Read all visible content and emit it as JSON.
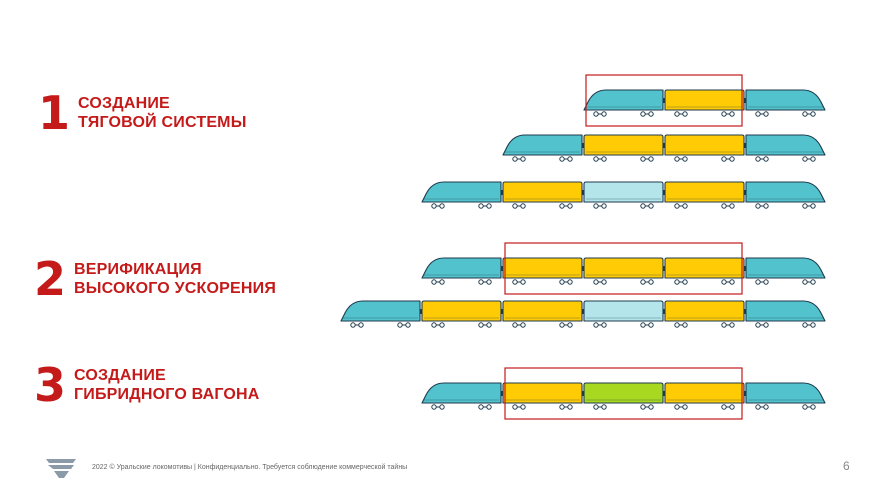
{
  "steps": [
    {
      "number": "1",
      "line1": "СОЗДАНИЕ",
      "line2": "ТЯГОВОЙ СИСТЕМЫ"
    },
    {
      "number": "2",
      "line1": "ВЕРИФИКАЦИЯ",
      "line2": "ВЫСОКОГО УСКОРЕНИЯ"
    },
    {
      "number": "3",
      "line1": "СОЗДАНИЕ",
      "line2": "ГИБРИДНОГО ВАГОНА"
    }
  ],
  "colors": {
    "accent": "#c41a1a",
    "head_car": "#52c3cc",
    "motor_car": "#ffcb05",
    "trailer_car": "#b3e5ea",
    "hybrid_car": "#a8d81f",
    "highlight_frame": "#c41a1a"
  },
  "trains": [
    {
      "cars": [
        "head-left",
        "motor",
        "head-right"
      ],
      "highlight_cars": [
        0,
        1
      ]
    },
    {
      "cars": [
        "head-left",
        "motor",
        "motor",
        "head-right"
      ],
      "highlight_cars": []
    },
    {
      "cars": [
        "head-left",
        "motor",
        "trailer",
        "motor",
        "head-right"
      ],
      "highlight_cars": []
    },
    {
      "cars": [
        "head-left",
        "motor",
        "motor",
        "motor",
        "head-right"
      ],
      "highlight_cars": [
        1,
        3
      ]
    },
    {
      "cars": [
        "head-left",
        "motor",
        "motor",
        "trailer",
        "motor",
        "head-right"
      ],
      "highlight_cars": []
    },
    {
      "cars": [
        "head-left",
        "motor",
        "hybrid",
        "motor",
        "head-right"
      ],
      "highlight_cars": [
        1,
        3
      ]
    }
  ],
  "footer": {
    "text": "2022 © Уральские локомотивы | Конфиденциально. Требуется соблюдение коммерческой тайны",
    "page_number": "6",
    "logo_icon": "sinara-logo-icon"
  }
}
